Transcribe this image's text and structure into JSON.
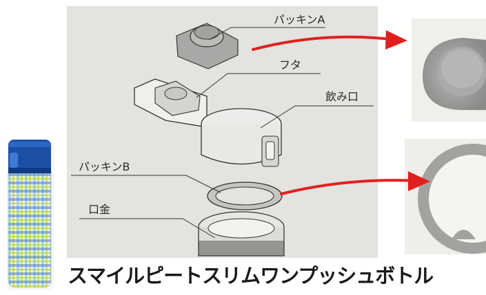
{
  "labels": {
    "gasket_a": "パッキンA",
    "lid": "フタ",
    "spout": "飲み口",
    "gasket_b": "パッキンB",
    "mouthpiece": "口金"
  },
  "title": "スマイルピートスリムワンプッシュボトル",
  "colors": {
    "arrow": "#e0201e",
    "bottle_cap": "#1d4fa6",
    "gasket": "#9a9a98"
  }
}
